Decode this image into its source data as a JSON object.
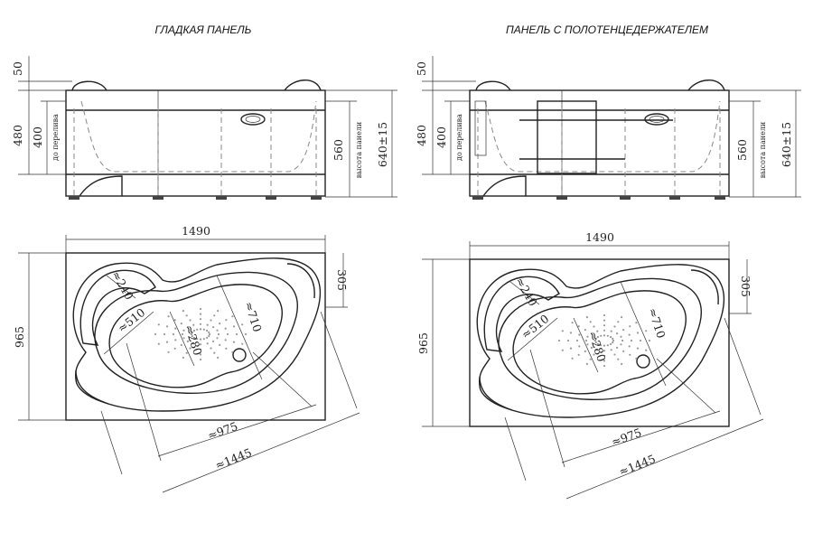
{
  "panels": [
    {
      "title": "ГЛАДКАЯ ПАНЕЛЬ",
      "side_view": {
        "dim_top": "50",
        "dim_height": "480",
        "dim_overflow": "400",
        "overflow_label": "до перелива",
        "dim_panel": "560",
        "panel_label": "высота панели",
        "dim_total": "640±15",
        "towel_holder": false
      },
      "top_view": {
        "dim_length": "1490",
        "dim_width": "965",
        "dim_corner": "305",
        "dim_seat": "≈240",
        "dim_inner_width": "≈510",
        "dim_bottom": "≈280",
        "dim_basin": "≈710",
        "dim_inner_length": "≈975",
        "dim_diagonal": "≈1445"
      }
    },
    {
      "title": "ПАНЕЛЬ С ПОЛОТЕНЦЕДЕРЖАТЕЛЕМ",
      "side_view": {
        "dim_top": "50",
        "dim_height": "480",
        "dim_overflow": "400",
        "overflow_label": "до перелива",
        "dim_panel": "560",
        "panel_label": "высота панели",
        "dim_total": "640±15",
        "towel_holder": true
      },
      "top_view": {
        "dim_length": "1490",
        "dim_width": "965",
        "dim_corner": "305",
        "dim_seat": "≈240",
        "dim_inner_width": "≈510",
        "dim_bottom": "≈280",
        "dim_basin": "≈710",
        "dim_inner_length": "≈975",
        "dim_diagonal": "≈1445"
      }
    }
  ]
}
